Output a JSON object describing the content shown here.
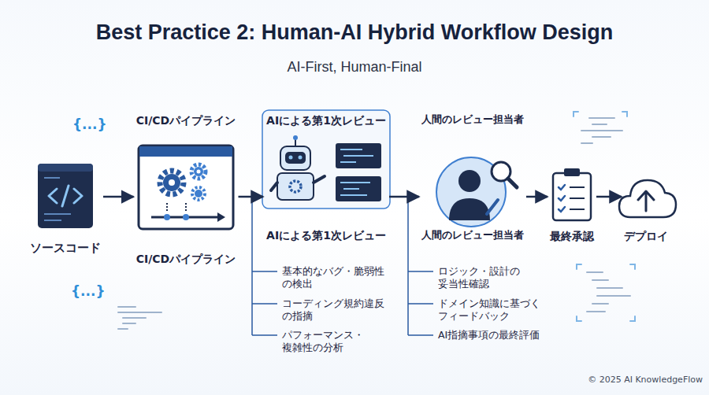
{
  "diagram": {
    "title": "Best Practice 2: Human-AI Hybrid Workflow Design",
    "nodes": [
      {
        "text": [
          "ソースコード"
        ]
      },
      {
        "text": [
          "CI/CDパイプライン",
          "CI/CDパイプライン"
        ]
      },
      {
        "text": [
          "AIによる第1次レビュー",
          "AIによる第1次レビュー"
        ]
      },
      {
        "text": [
          "人間のレビュー担当者",
          "人間のレビュー担当者"
        ]
      },
      {
        "text": [
          "最終承認"
        ]
      },
      {
        "text": [
          "デプロイ"
        ]
      }
    ],
    "edges": [
      {
        "from": 0,
        "to": 1,
        "arrow": "to"
      },
      {
        "from": 1,
        "to": 2,
        "arrow": "to"
      },
      {
        "from": 2,
        "to": 3,
        "arrow": "to"
      },
      {
        "from": 3,
        "to": 4,
        "arrow": "to"
      },
      {
        "from": 4,
        "to": 5,
        "arrow": "to"
      }
    ],
    "labels": [
      "AI-First, Human-Final",
      "{...}",
      "{...}",
      "基本的なバグ・脆弱性の検出",
      "コーディング規約違反の指摘",
      "パフォーマンス・複雑性の分析",
      "ロジック・設計の妥当性確認",
      "ドメイン知識に基づくフィードバック",
      "AI指摘事項の最終評価",
      "© 2025 AI KnowledgeFlow"
    ]
  }
}
